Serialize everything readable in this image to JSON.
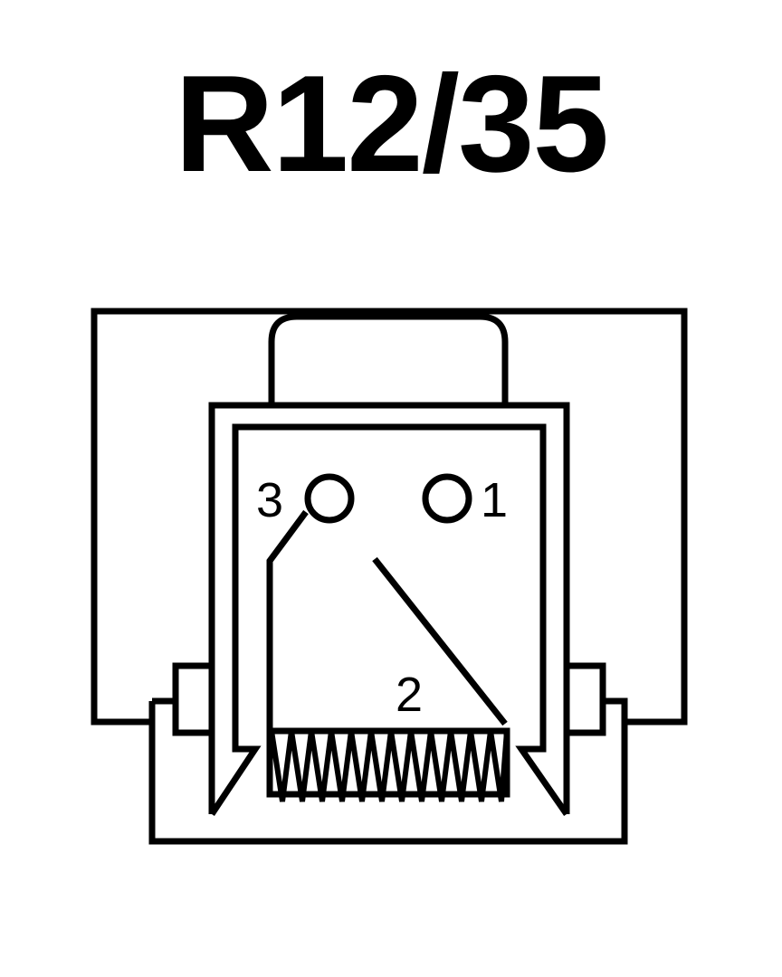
{
  "title": "R12/35",
  "pins": [
    {
      "label": "3"
    },
    {
      "label": "1"
    },
    {
      "label": "2"
    }
  ],
  "colors": {
    "stroke": "#000000",
    "background": "#ffffff"
  }
}
